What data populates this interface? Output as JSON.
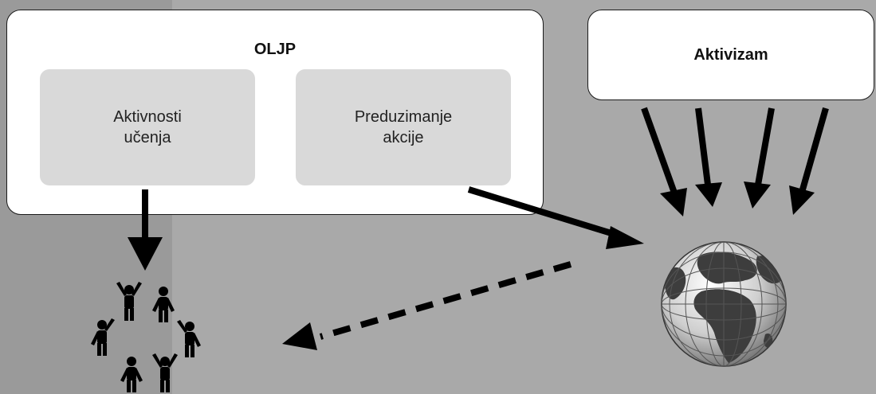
{
  "diagram": {
    "oljp_box": {
      "title": "OLJP",
      "left_card": [
        "Aktivnosti",
        "učenja"
      ],
      "right_card": [
        "Preduzimanje",
        "akcije"
      ]
    },
    "activism_box": {
      "title": "Aktivizam"
    },
    "icons": {
      "people_group": "people-circle-icon",
      "globe": "globe-icon"
    },
    "colors": {
      "background": "#a9a9a9",
      "background_left": "#9a9a9a",
      "box_fill": "#ffffff",
      "card_fill": "#d9d9d9",
      "arrow": "#000000"
    }
  }
}
